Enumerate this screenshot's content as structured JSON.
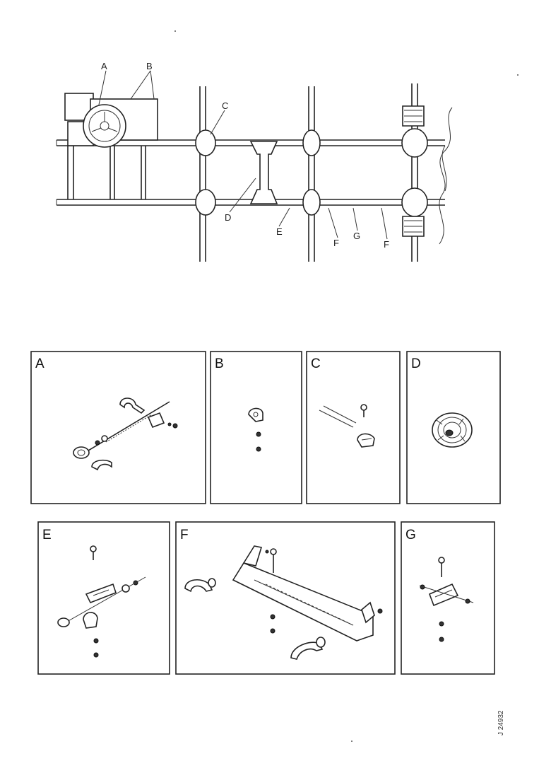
{
  "overview": {
    "labels": {
      "A": "A",
      "B": "B",
      "C": "C",
      "D": "D",
      "E": "E",
      "F1": "F",
      "G": "G",
      "F2": "F"
    }
  },
  "panels": {
    "A": "A",
    "B": "B",
    "C": "C",
    "D": "D",
    "E": "E",
    "F": "F",
    "G": "G"
  },
  "figure_number": "J 24932",
  "icons": {
    "parts": [
      "u-bolt-icon",
      "bolt-icon",
      "washer-icon",
      "nut-icon",
      "rubber-bushing-icon",
      "mounting-bracket-icon",
      "clamp-icon"
    ]
  }
}
